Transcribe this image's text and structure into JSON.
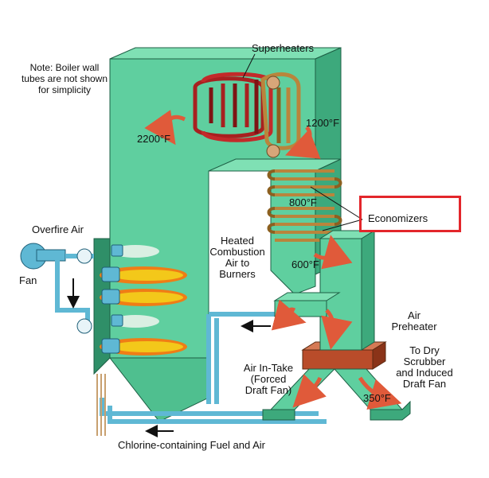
{
  "note": "Note:  Boiler wall tubes are not shown for simplicity",
  "labels": {
    "superheaters": "Superheaters",
    "temp_2200": "2200°F",
    "temp_1200": "1200°F",
    "temp_800": "800°F",
    "temp_600": "600°F",
    "temp_350": "350°F",
    "economizers": "Economizers",
    "overfire_air": "Overfire Air",
    "fan": "Fan",
    "heated_air_line1": "Heated",
    "heated_air_line2": "Combustion",
    "heated_air_line3": "Air to",
    "heated_air_line4": "Burners",
    "air_preheater_line1": "Air",
    "air_preheater_line2": "Preheater",
    "dry_scrubber_line1": "To Dry",
    "dry_scrubber_line2": "Scrubber",
    "dry_scrubber_line3": "and Induced",
    "dry_scrubber_line4": "Draft Fan",
    "air_intake_line1": "Air In-Take",
    "air_intake_line2": "(Forced",
    "air_intake_line3": "Draft Fan)",
    "fuel": "Chlorine-containing Fuel and Air"
  },
  "colors": {
    "boiler_green": "#5fcf9f",
    "boiler_dark": "#2f8f68",
    "superheater_red": "#a82020",
    "economizer_tan": "#b9853c",
    "duct_blue": "#5fb8d4",
    "flame_yellow": "#f3c81a",
    "flame_orange": "#ef7d16",
    "arrow_red": "#e05a3a",
    "highlight_red": "#e3262b"
  }
}
